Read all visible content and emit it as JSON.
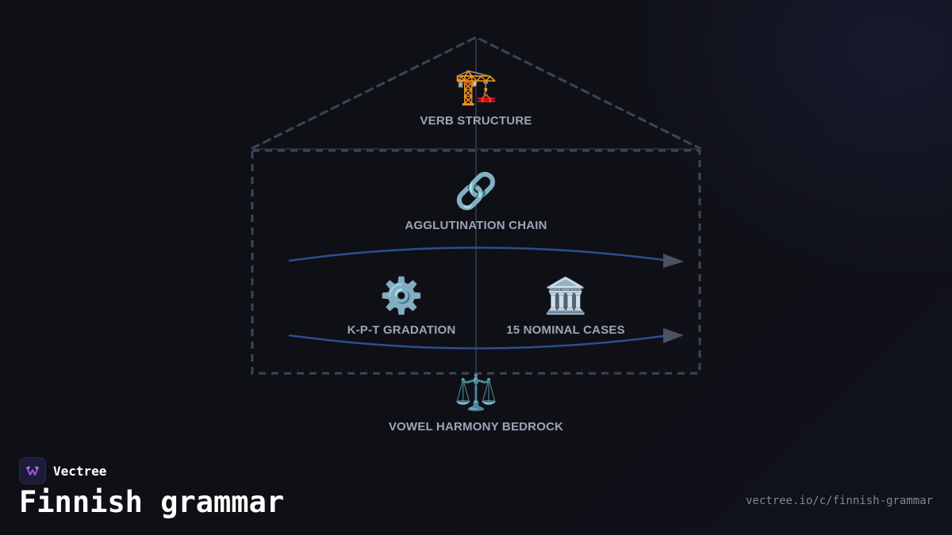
{
  "brand": {
    "name": "Vectree",
    "logo_icon": "vectree-logo-icon"
  },
  "title": "Finnish grammar",
  "url": "vectree.io/c/finnish-grammar",
  "colors": {
    "background": "#0f1015",
    "outline": "#3a4658",
    "axis": "#283345",
    "arrow": "#2b4f8f",
    "arrowhead": "#4a5263",
    "label": "#9aa5b8"
  },
  "nodes": {
    "verb_structure": {
      "icon": "construction-crane-icon",
      "glyph": "🏗️",
      "label": "VERB STRUCTURE"
    },
    "agglutination_chain": {
      "icon": "link-icon",
      "glyph": "🔗",
      "label": "AGGLUTINATION CHAIN"
    },
    "kpt_gradation": {
      "icon": "gear-icon",
      "glyph": "⚙️",
      "label": "K-P-T GRADATION"
    },
    "nominal_cases": {
      "icon": "classical-building-icon",
      "glyph": "🏛️",
      "label": "15 NOMINAL CASES"
    },
    "vowel_harmony": {
      "icon": "balance-scale-icon",
      "glyph": "⚖️",
      "label": "VOWEL HARMONY BEDROCK"
    }
  }
}
